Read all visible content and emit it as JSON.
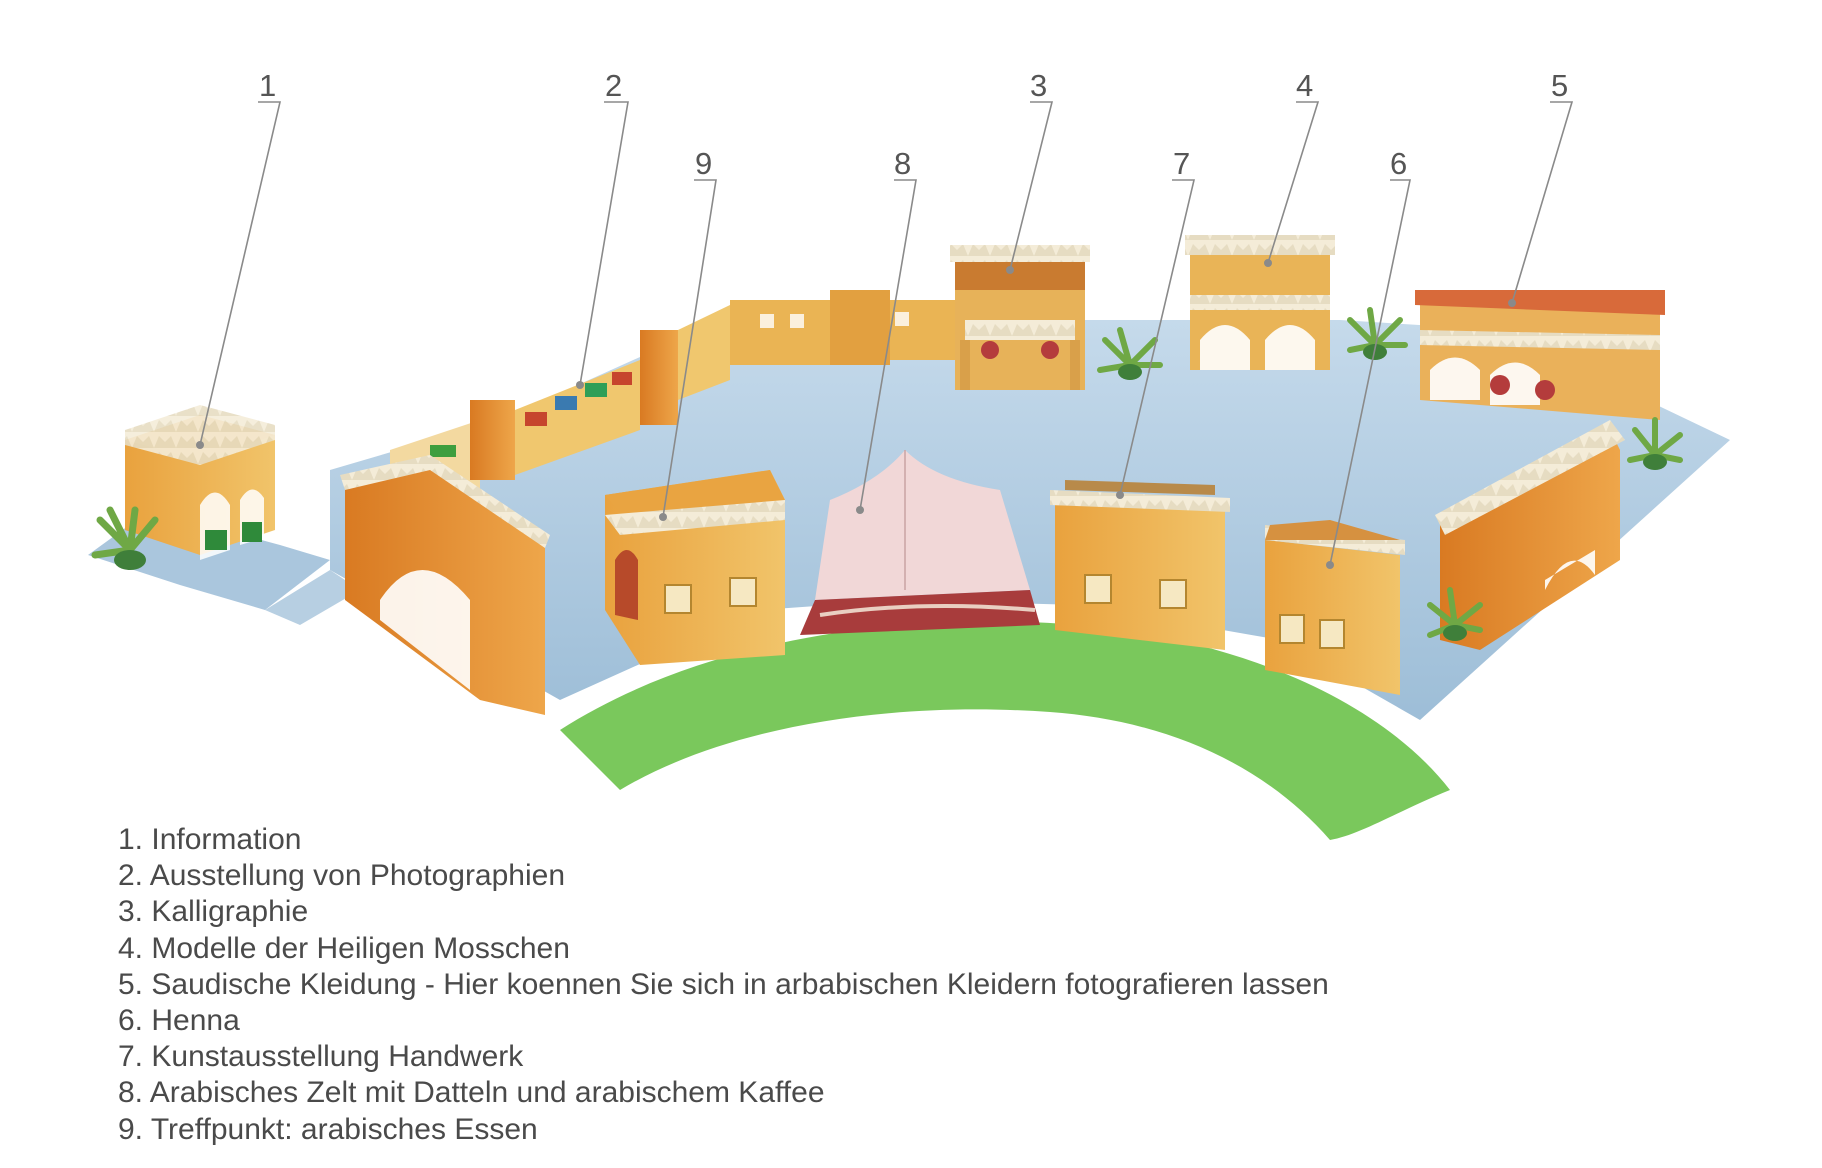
{
  "callouts": [
    {
      "number": "1"
    },
    {
      "number": "2"
    },
    {
      "number": "3"
    },
    {
      "number": "4"
    },
    {
      "number": "5"
    },
    {
      "number": "6"
    },
    {
      "number": "7"
    },
    {
      "number": "8"
    },
    {
      "number": "9"
    }
  ],
  "legend": [
    {
      "number": "1.",
      "text": "Information"
    },
    {
      "number": "2.",
      "text": "Ausstellung von Photographien"
    },
    {
      "number": "3.",
      "text": "Kalligraphie"
    },
    {
      "number": "4.",
      "text": "Modelle der Heiligen Mosschen"
    },
    {
      "number": "5.",
      "text": "Saudische Kleidung - Hier koennen Sie sich in arbabischen Kleidern fotografieren lassen"
    },
    {
      "number": "6.",
      "text": "Henna"
    },
    {
      "number": "7.",
      "text": "Kunstausstellung Handwerk"
    },
    {
      "number": "8.",
      "text": "Arabisches Zelt mit Datteln und arabischem Kaffee"
    },
    {
      "number": "9.",
      "text": "Treffpunkt: arabisches Essen"
    }
  ],
  "colors": {
    "floor": "#a9c7df",
    "lawn": "#6cc24a",
    "wall_ochre": "#e8b04e",
    "wall_orange": "#e08a2c",
    "crenellation": "#f4ecd8",
    "tent": "#f1d7d7",
    "rug": "#a83c3c",
    "palm": "#6fa845",
    "text": "#4a4a4a"
  }
}
